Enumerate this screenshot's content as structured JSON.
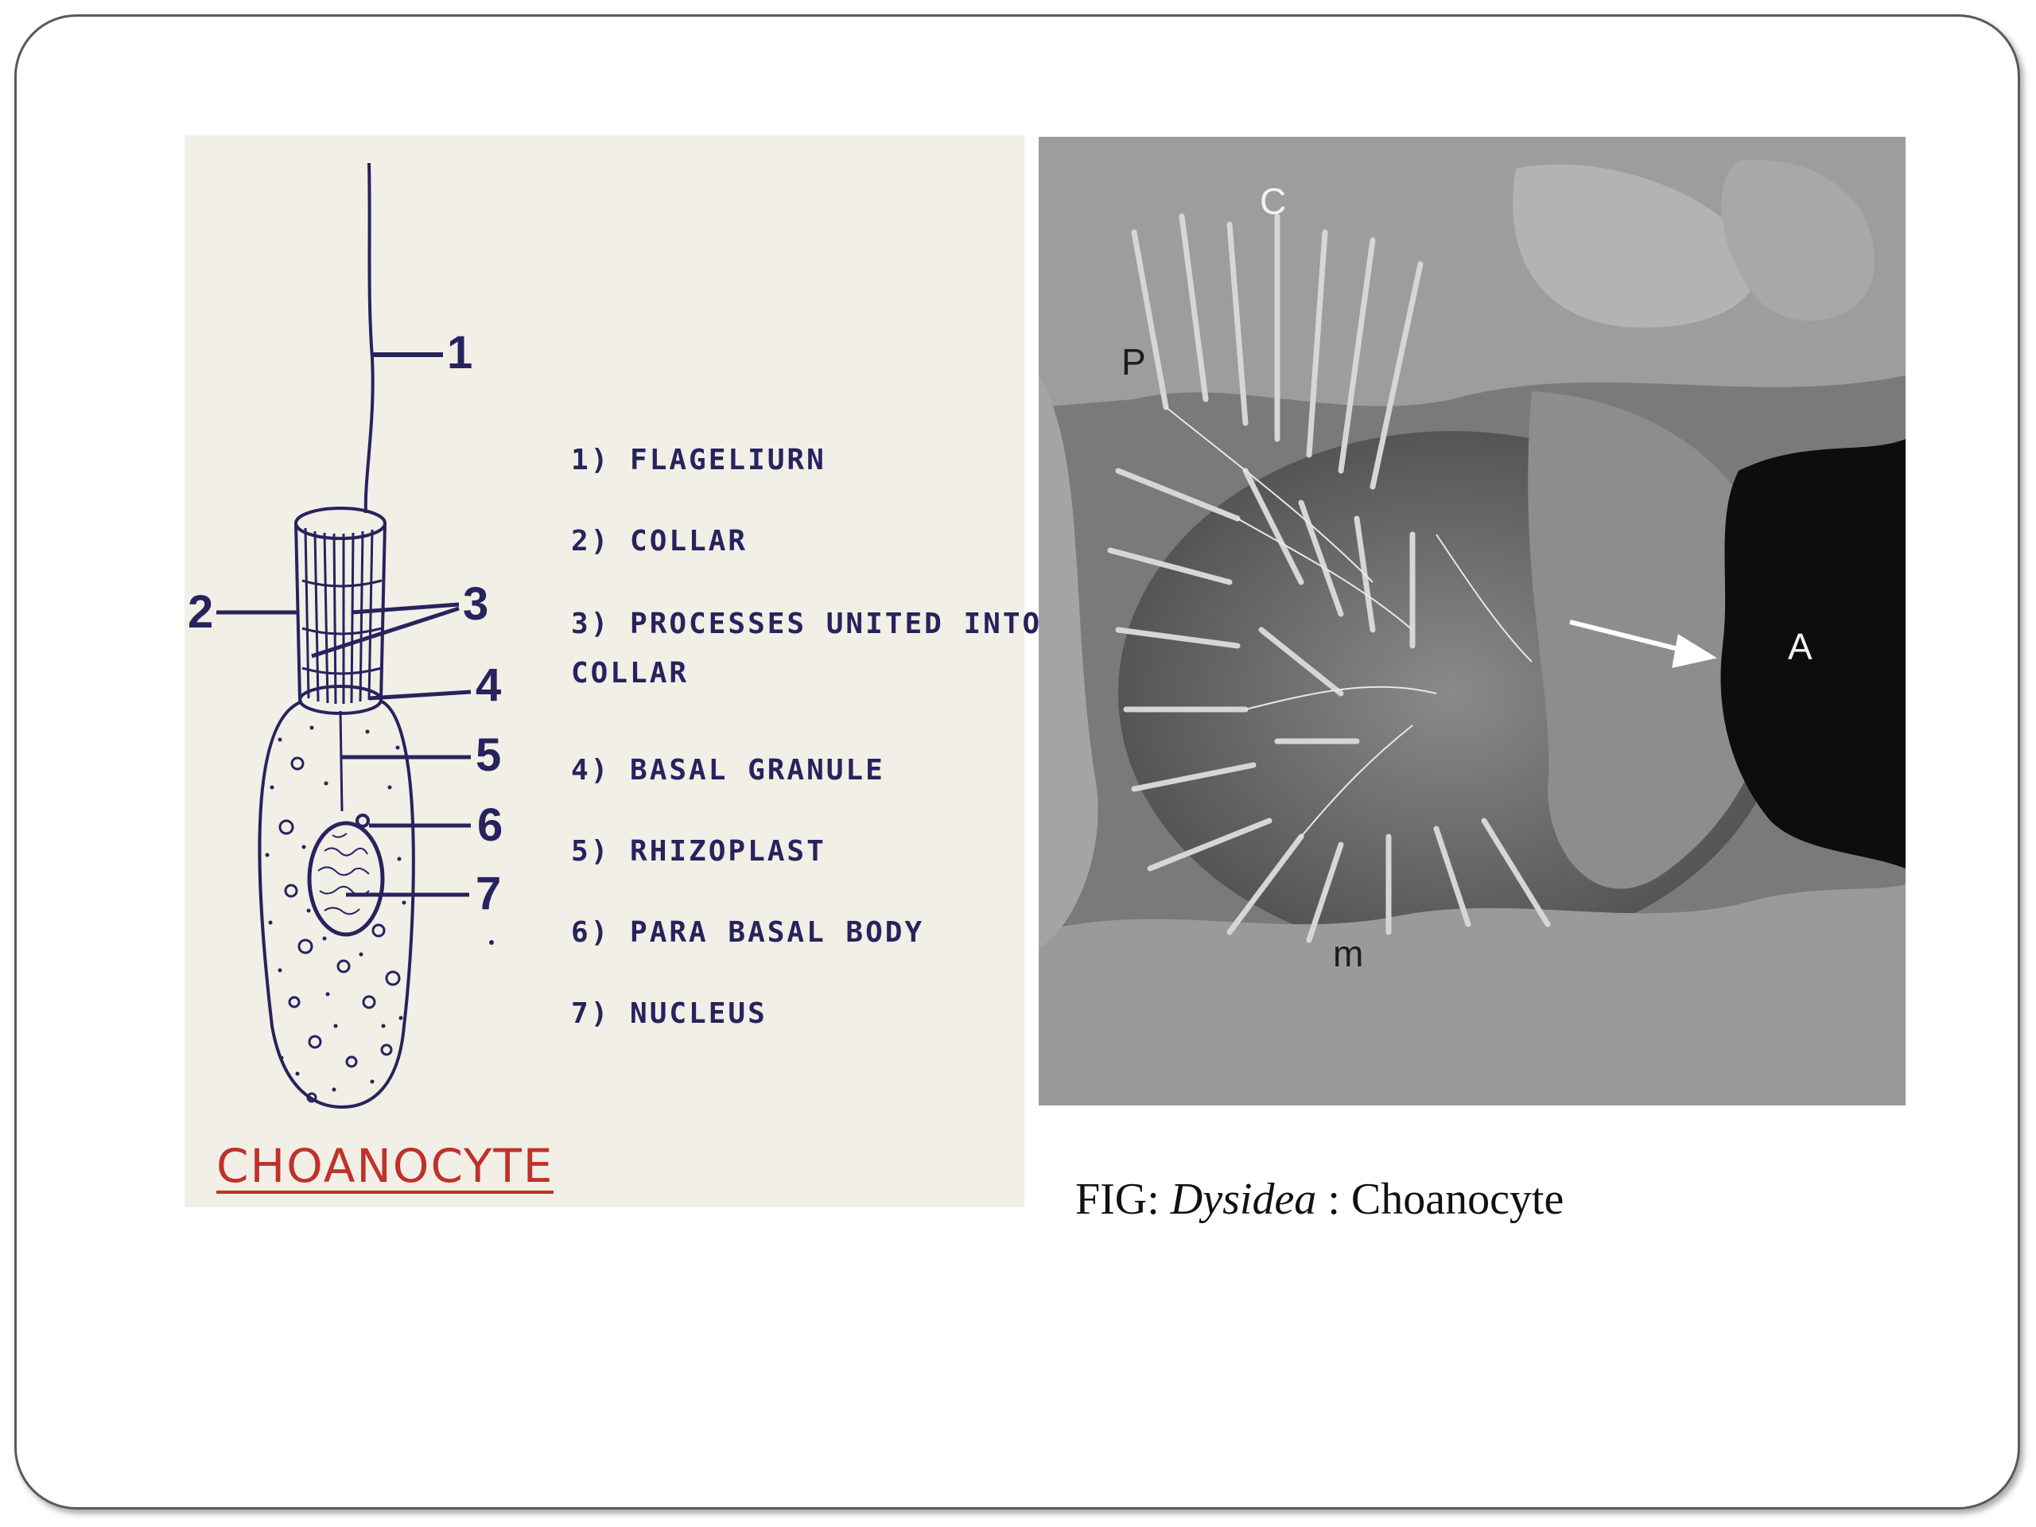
{
  "diagram": {
    "legend": [
      "1) FLAGELIURN",
      "2) COLLAR",
      "3) PROCESSES UNITED INTO",
      "COLLAR",
      "4) BASAL GRANULE",
      "5) RHIZOPLAST",
      "6) PARA BASAL BODY",
      "7) NUCLEUS"
    ],
    "numbers": [
      "1",
      "2",
      "3",
      "4",
      "5",
      "6",
      "7"
    ],
    "title": "CHOANOCYTE"
  },
  "photo": {
    "labels": [
      "C",
      "P",
      "A",
      "m"
    ]
  },
  "caption": {
    "prefix": "FIG:",
    "genus": "Dysidea",
    "suffix": ": Choanocyte"
  },
  "colors": {
    "ink": "#27235e",
    "title_red": "#c0312b",
    "diagram_bg": "#f1efe6"
  }
}
